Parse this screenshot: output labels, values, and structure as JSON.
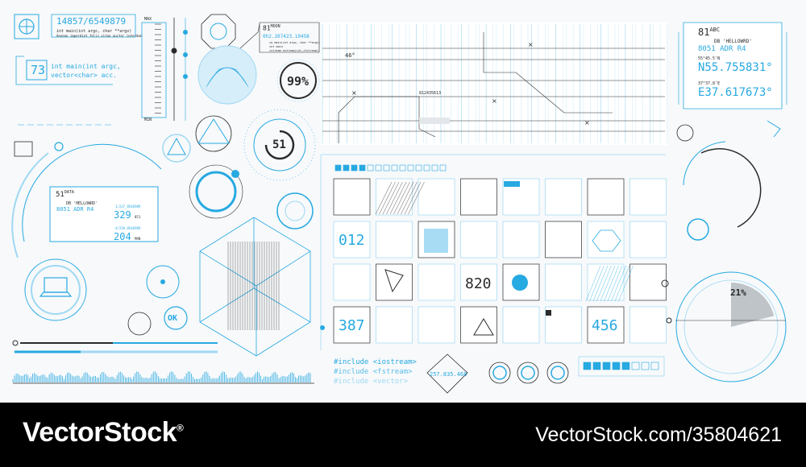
{
  "panels": {
    "top_left_code": {
      "title": "14857/6549879",
      "line1": "int main(int argc, char **argv)",
      "line2": "Aenean imperdiet felis vitae auctor interdum"
    },
    "main_block": {
      "number": "73",
      "line1": "int main(int argc,",
      "line2": "vector<char> acc."
    },
    "slider": {
      "max_label": "MAX",
      "min_label": "MIN"
    },
    "moon": {
      "title": "81",
      "title_sup": "MOON",
      "coords": "0h2.207423.10458",
      "line1": "co main(int argc, char **argv)",
      "line2": "int main",
      "line3": "istream ostream(int,ifstream)"
    },
    "percent_gauge": {
      "value": "99%"
    },
    "count_gauge": {
      "value": "51"
    },
    "data_panel": {
      "title": "51",
      "title_sup": "DATA",
      "db": "DB 'HELLOWRD'",
      "adr": "8051 ADR R4",
      "v1_label": "1/237_8546989",
      "v1": "329",
      "v1_unit": "851",
      "v2_label": "4/239_8546989",
      "v2": "204",
      "v2_unit": "M9N"
    },
    "ok_button": {
      "label": "OK"
    },
    "coords_panel": {
      "title": "81",
      "title_sup": "ABC",
      "db": "DB 'HELLOWRD'",
      "adr": "8051 ADR R4",
      "n_small": "55°45.5'N",
      "n_value": "N55.755831°",
      "e_small": "37°37.8'E",
      "e_value": "E37.617673°"
    },
    "map_labels": {
      "angle": "46°",
      "num": "812435613"
    },
    "pie_gauge": {
      "value": "21%",
      "fraction": 0.21
    },
    "includes": {
      "line1": "#include <iostream>",
      "line2": "#include <fstream>",
      "line3": "#include <vector>"
    },
    "diamond": {
      "value": "257.835.468"
    }
  },
  "grid": {
    "numbers": {
      "a": "012",
      "b": "820",
      "c": "387",
      "d": "456"
    }
  },
  "colors": {
    "accent": "#27a9e1",
    "light": "#9fd8f2",
    "dark": "#2b2b2b",
    "background": "#f7f9fb"
  },
  "icons": [
    "crosshair-icon",
    "laptop-icon",
    "triangle-icon",
    "hexagon-icon",
    "octagon-icon",
    "target-icon",
    "wireframe-cube-icon",
    "terrain-globe-icon"
  ],
  "watermark": {
    "brand": "VectorStock",
    "brand_reg": "®",
    "id": "VectorStock.com/35804621"
  }
}
